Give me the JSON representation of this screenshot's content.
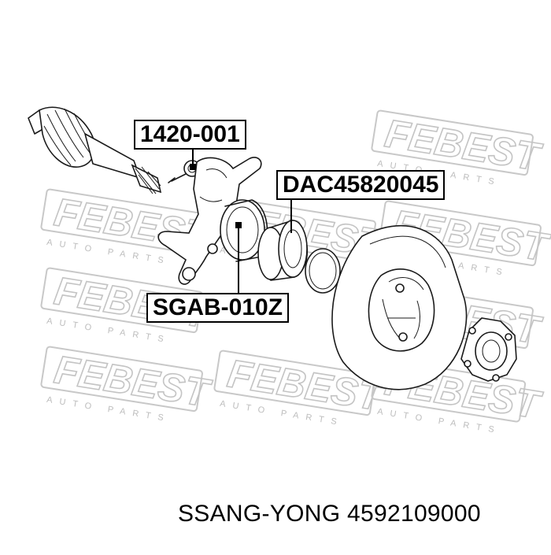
{
  "callouts": {
    "hub_bolt": "1420-001",
    "wheel_bearing": "DAC45820045",
    "abs_ring": "SGAB-010Z"
  },
  "caption": {
    "brand": "SSANG-YONG",
    "part_number": "4592109000"
  },
  "watermark": {
    "brand": "FEBEST",
    "tagline": "AUTO PARTS"
  }
}
